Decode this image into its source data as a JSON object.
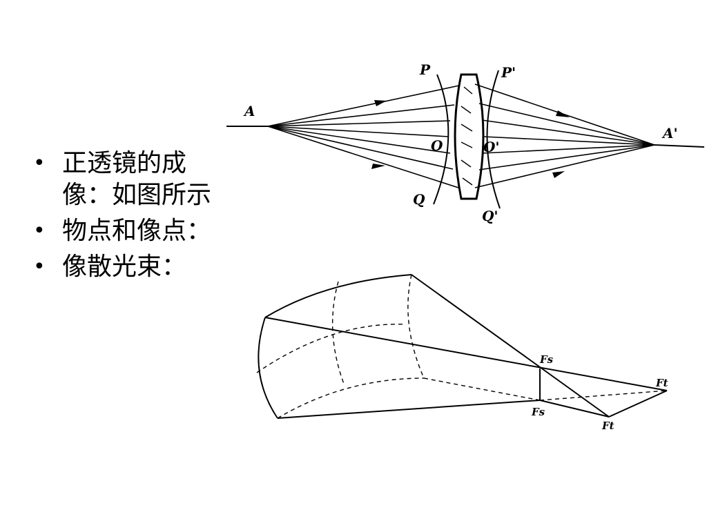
{
  "bullets": [
    {
      "text": "正透镜的成像：如图所示"
    },
    {
      "text": "物点和像点："
    },
    {
      "text": "像散光束："
    }
  ],
  "bullet_glyph": "•",
  "lens_diagram": {
    "labels": {
      "object_point": "A",
      "image_point": "A'",
      "wavefront_in_top": "P",
      "wavefront_out_top": "P'",
      "wavefront_in_bottom": "Q",
      "wavefront_out_bottom": "Q'",
      "center_in": "O",
      "center_out": "O'"
    }
  },
  "astigmatic_diagram": {
    "labels": {
      "sagittal_focus_top": "Fs",
      "sagittal_focus_bottom": "Fs",
      "tangential_focus_top": "Ft",
      "tangential_focus_bottom": "Ft"
    }
  }
}
